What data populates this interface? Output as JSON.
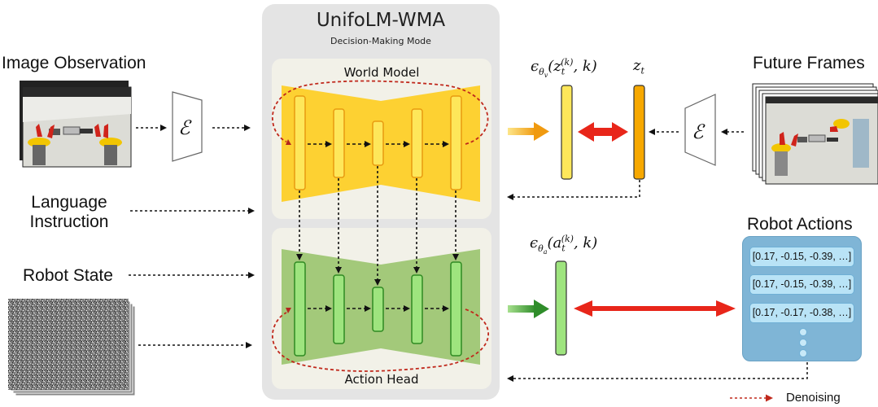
{
  "diagram": {
    "title": "UnifoLM-WMA",
    "subtitle": "Decision-Making Mode",
    "world_model_label": "World Model",
    "action_head_label": "Action Head",
    "inputs": {
      "image_observation": "Image Observation",
      "language_instruction_line1": "Language",
      "language_instruction_line2": "Instruction",
      "robot_state": "Robot State"
    },
    "encoder_symbol": "ℰ",
    "future_frames_label": "Future Frames",
    "world_model_output": {
      "eps": "ϵ",
      "sub": "θ",
      "subsub": "v",
      "args_open": "(z",
      "sub_t": "t",
      "sup_k": "(k)",
      "args_close": ", k)"
    },
    "latent_label": {
      "z": "z",
      "t": "t"
    },
    "action_output": {
      "eps": "ϵ",
      "sub": "θ",
      "subsub": "a",
      "args_open": "(a",
      "sub_t": "t",
      "sup_k": "(k)",
      "args_close": ", k)"
    },
    "robot_actions": {
      "title": "Robot Actions",
      "items": [
        "[0.17, -0.15, -0.39, …]",
        "[0.17, -0.15, -0.39, …]",
        "[0.17, -0.17, -0.38, …]"
      ]
    },
    "legend": {
      "denoising": "Denoising"
    },
    "colors": {
      "world_model_fill": "#fdd132",
      "world_model_bar": "#fee75a",
      "world_model_bar_border": "#e89a10",
      "action_head_fill": "#a3c97a",
      "action_head_bar": "#9ee47e",
      "action_head_bar_border": "#2f8a22",
      "latent_bar": "#f7a800",
      "loss_arrow": "#e8261a",
      "denoising_loop": "#c0281c",
      "actions_box": "#7fb5d6"
    }
  }
}
